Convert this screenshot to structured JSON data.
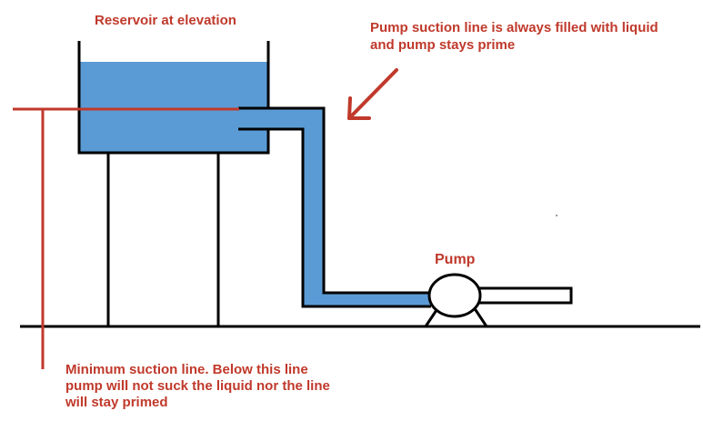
{
  "colors": {
    "water": "#5b9bd5",
    "outline": "#000000",
    "annotation": "#c0392b",
    "background": "#ffffff"
  },
  "labels": {
    "reservoir": "Reservoir at elevation",
    "suction_line_1": "Pump suction line is always filled with liquid",
    "suction_line_2": "and pump stays prime",
    "pump": "Pump",
    "minimum_1": "Minimum suction line. Below this line",
    "minimum_2": "pump will not suck the liquid nor the line",
    "minimum_3": "will stay primed"
  }
}
